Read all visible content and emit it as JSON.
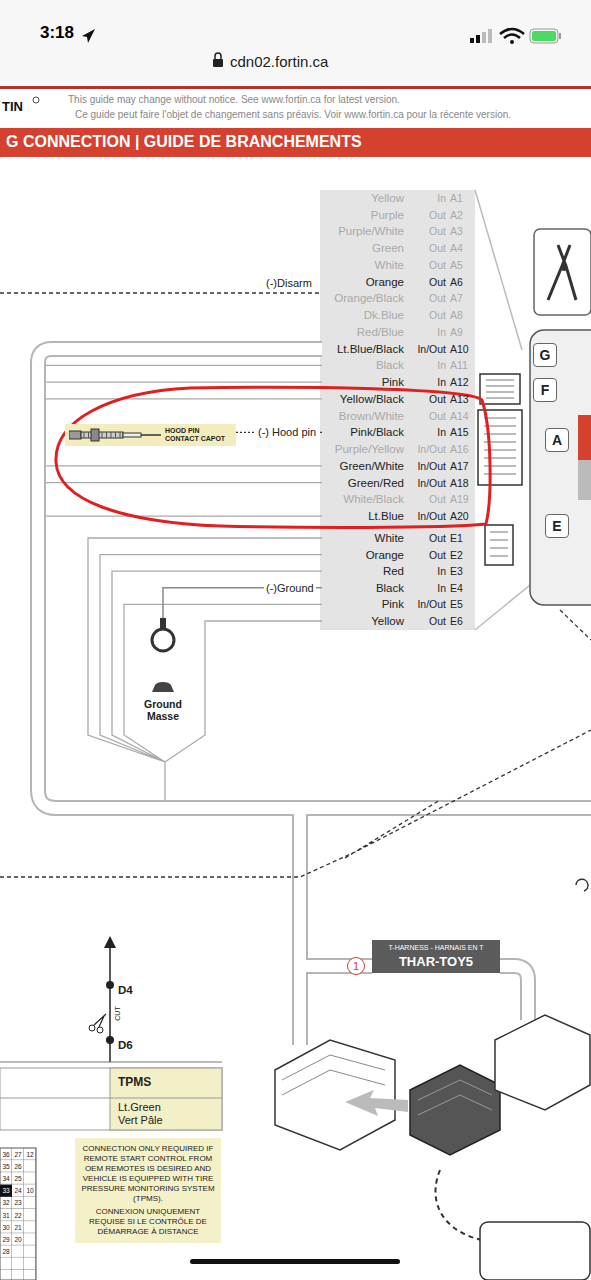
{
  "diagram": {
    "title": "G CONNECTION | GUIDE DE BRANCHEMENTS",
    "nodes": [
      {
        "text": [
          "Yellow",
          "In",
          "A1"
        ]
      },
      {
        "text": [
          "Purple",
          "Out",
          "A2"
        ]
      },
      {
        "text": [
          "Purple/White",
          "Out",
          "A3"
        ]
      },
      {
        "text": [
          "Green",
          "Out",
          "A4"
        ]
      },
      {
        "text": [
          "White",
          "Out",
          "A5"
        ]
      },
      {
        "text": [
          "Orange",
          "Out",
          "A6"
        ]
      },
      {
        "text": [
          "Orange/Black",
          "Out",
          "A7"
        ]
      },
      {
        "text": [
          "Dk.Blue",
          "Out",
          "A8"
        ]
      },
      {
        "text": [
          "Red/Blue",
          "In",
          "A9"
        ]
      },
      {
        "text": [
          "Lt.Blue/Black",
          "In/Out",
          "A10"
        ]
      },
      {
        "text": [
          "Black",
          "In",
          "A11"
        ]
      },
      {
        "text": [
          "Pink",
          "In",
          "A12"
        ]
      },
      {
        "text": [
          "Yellow/Black",
          "Out",
          "A13"
        ]
      },
      {
        "text": [
          "Brown/White",
          "Out",
          "A14"
        ]
      },
      {
        "text": [
          "Pink/Black",
          "In",
          "A15"
        ]
      },
      {
        "text": [
          "Purple/Yellow",
          "In/Out",
          "A16"
        ]
      },
      {
        "text": [
          "Green/White",
          "In/Out",
          "A17"
        ]
      },
      {
        "text": [
          "Green/Red",
          "In/Out",
          "A18"
        ]
      },
      {
        "text": [
          "White/Black",
          "Out",
          "A19"
        ]
      },
      {
        "text": [
          "Lt.Blue",
          "In/Out",
          "A20"
        ]
      },
      {
        "text": [
          "White",
          "Out",
          "E1"
        ]
      },
      {
        "text": [
          "Orange",
          "Out",
          "E2"
        ]
      },
      {
        "text": [
          "Red",
          "In",
          "E3"
        ]
      },
      {
        "text": [
          "Black",
          "In",
          "E4"
        ]
      },
      {
        "text": [
          "Pink",
          "In/Out",
          "E5"
        ]
      },
      {
        "text": [
          "Yellow",
          "Out",
          "E6"
        ]
      },
      {
        "text": [
          "HOOD PIN CONTACT CAPOT"
        ]
      },
      {
        "text": [
          "Ground Masse"
        ]
      },
      {
        "text": [
          "G"
        ]
      },
      {
        "text": [
          "F"
        ]
      },
      {
        "text": [
          "A"
        ]
      },
      {
        "text": [
          "E"
        ]
      },
      {
        "text": [
          "T-HARNESS - HARNAIS EN T",
          "THAR-TOY5"
        ]
      },
      {
        "text": [
          "1"
        ]
      },
      {
        "text": [
          "TPMS",
          "Lt.Green Vert Pâle"
        ]
      },
      {
        "text": [
          "CONNECTION ONLY REQUIRED IF REMOTE START CONTROL FROM OEM REMOTES IS DESIRED AND VEHICLE IS EQUIPPED WITH TIRE PRESSURE MONITORING SYSTEM (TPMS).",
          "CONNEXION UNIQUEMENT REQUISE SI LE CONTRÔLE DE DÉMARRAGE À DISTANCE"
        ]
      }
    ],
    "edges": [
      {
        "from": 26,
        "to": 14,
        "label": "(-) Hood pin",
        "arrow": "none"
      },
      {
        "from": 27,
        "to": 23,
        "label": "(-)Ground",
        "arrow": "none"
      }
    ],
    "labels": [
      "3:18",
      "cdn02.fortin.ca",
      "TIN",
      "This guide may change without notice. See www.fortin.ca for latest version.",
      "Ce guide peut faire l'objet de changement sans préavis. Voir www.fortin.ca pour la récente version.",
      "(-)Disarm",
      "D4",
      "CUT",
      "D6",
      "36",
      "27",
      "12",
      "35",
      "26",
      "34",
      "25",
      "33",
      "24",
      "10",
      "32",
      "23",
      "31",
      "22",
      "30",
      "21",
      "29",
      "20",
      "28"
    ]
  }
}
